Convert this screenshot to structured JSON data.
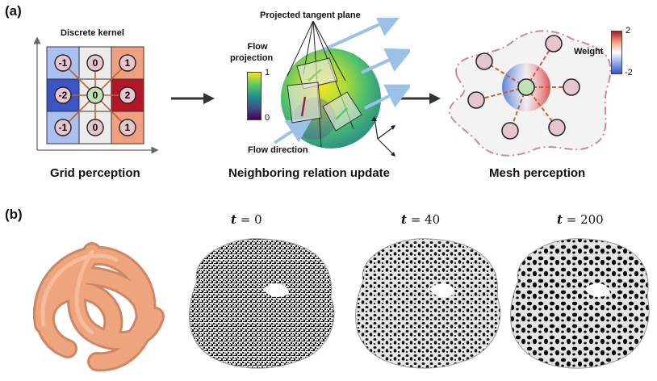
{
  "panel_a": {
    "label": "(a)",
    "grid": {
      "title": "Discrete kernel",
      "caption": "Grid perception",
      "cells": [
        "-1",
        "0",
        "1",
        "-2",
        "0",
        "2",
        "-1",
        "0",
        "1"
      ]
    },
    "flow": {
      "top_label": "Projected tangent plane",
      "legend_title_line1": "Flow",
      "legend_title_line2": "projection",
      "legend_max": "1",
      "legend_min": "0",
      "direction_label": "Flow direction",
      "caption": "Neighboring relation update"
    },
    "mesh": {
      "legend_title": "Weight",
      "legend_max": "2",
      "legend_min": "-2",
      "caption": "Mesh perception"
    }
  },
  "panel_b": {
    "label": "(b)",
    "timesteps": [
      {
        "var": "t",
        "eq": " = 0"
      },
      {
        "var": "t",
        "eq": " = 40"
      },
      {
        "var": "t",
        "eq": " = 200"
      }
    ]
  },
  "colors": {
    "neg_strong": "#3a56c4",
    "neg_light": "#8eaae8",
    "pos_strong": "#b51627",
    "pos_light": "#f0a07f",
    "node_fill": "#e6c6cc",
    "center_node": "#bde3b4",
    "edge_dash": "#c8622d",
    "knot": "#eea57d"
  }
}
